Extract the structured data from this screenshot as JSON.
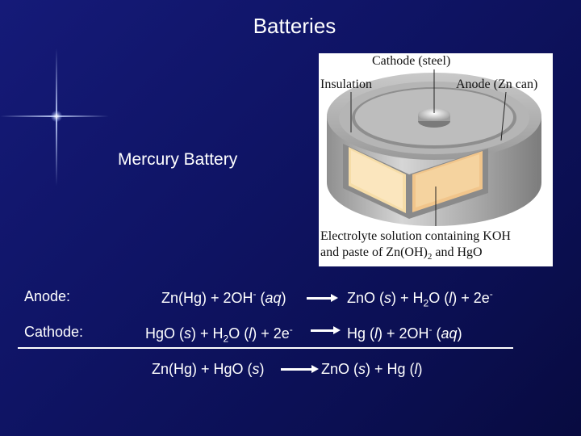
{
  "slide": {
    "title": "Batteries",
    "subtitle": "Mercury Battery"
  },
  "figure": {
    "labels": {
      "cathode": "Cathode (steel)",
      "insulation": "Insulation",
      "anode": "Anode (Zn can)",
      "electrolyte_line1": "Electrolyte solution containing KOH",
      "electrolyte_line2_pre": "and paste of Zn(OH)",
      "electrolyte_line2_sub": "2",
      "electrolyte_line2_post": " and HgO"
    }
  },
  "equations": {
    "anode": {
      "label": "Anode:",
      "left_a": "Zn(Hg) + 2OH",
      "left_sup": "-",
      "left_b": " (",
      "left_state": "aq",
      "left_c": ")",
      "right_a": "ZnO (",
      "right_s": "s",
      "right_b": ") + H",
      "right_sub": "2",
      "right_c": "O (",
      "right_l": "l",
      "right_d": ") + 2e",
      "right_sup": "-"
    },
    "cathode": {
      "label": "Cathode:",
      "left_a": "HgO (",
      "left_s": "s",
      "left_b": ") + H",
      "left_sub": "2",
      "left_c": "O (",
      "left_l": "l",
      "left_d": ") + 2e",
      "left_sup": "-",
      "right_a": "Hg (",
      "right_l": "l",
      "right_b": ") + 2OH",
      "right_sup": "-",
      "right_c": " (",
      "right_aq": "aq",
      "right_d": ")"
    },
    "overall": {
      "left_a": "Zn(Hg) + HgO (",
      "left_s": "s",
      "left_b": ")",
      "right_a": "ZnO (",
      "right_s": "s",
      "right_b": ") + Hg (",
      "right_l": "l",
      "right_c": ")"
    }
  }
}
